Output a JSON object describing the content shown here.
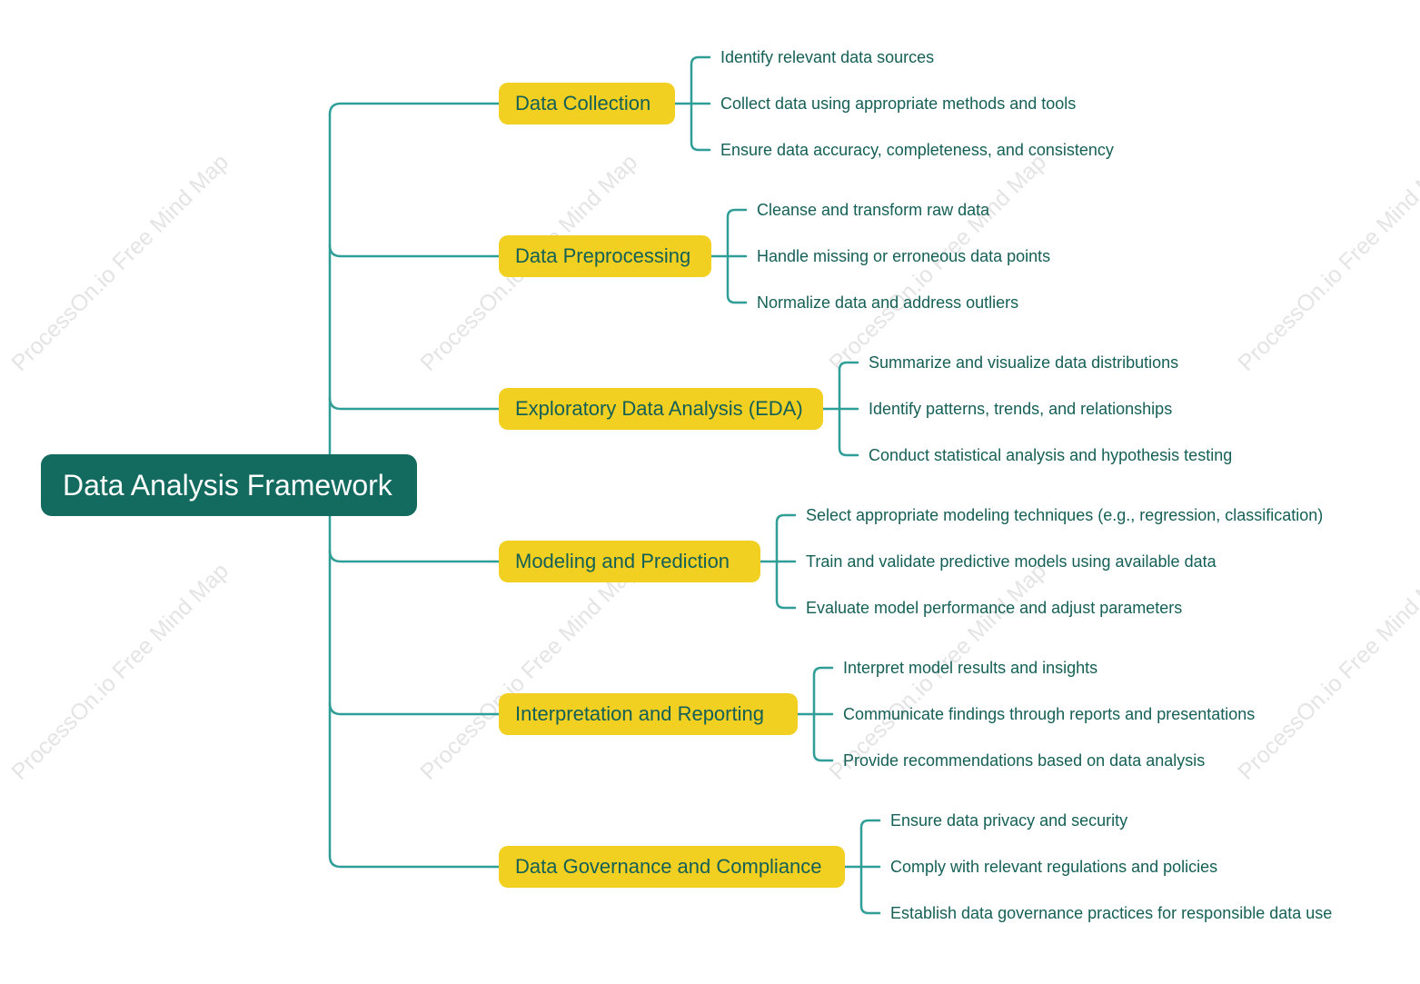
{
  "watermark_text": "ProcessOn.io Free Mind Map",
  "colors": {
    "root_fill": "#126b5e",
    "branch_fill": "#f2d022",
    "connector": "#2e9e96",
    "text": "#145f56"
  },
  "root": {
    "label": "Data Analysis Framework"
  },
  "branches": [
    {
      "label": "Data Collection",
      "children": [
        "Identify relevant data sources",
        "Collect data using appropriate methods and tools",
        "Ensure data accuracy, completeness, and consistency"
      ]
    },
    {
      "label": "Data Preprocessing",
      "children": [
        "Cleanse and transform raw data",
        "Handle missing or erroneous data points",
        "Normalize data and address outliers"
      ]
    },
    {
      "label": "Exploratory Data Analysis (EDA)",
      "children": [
        "Summarize and visualize data distributions",
        "Identify patterns, trends, and relationships",
        "Conduct statistical analysis and hypothesis testing"
      ]
    },
    {
      "label": "Modeling and Prediction",
      "children": [
        "Select appropriate modeling techniques (e.g., regression, classification)",
        "Train and validate predictive models using available data",
        "Evaluate model performance and adjust parameters"
      ]
    },
    {
      "label": "Interpretation and Reporting",
      "children": [
        "Interpret model results and insights",
        "Communicate findings through reports and presentations",
        "Provide recommendations based on data analysis"
      ]
    },
    {
      "label": "Data Governance and Compliance",
      "children": [
        "Ensure data privacy and security",
        "Comply with relevant regulations and policies",
        "Establish data governance practices for responsible data use"
      ]
    }
  ]
}
